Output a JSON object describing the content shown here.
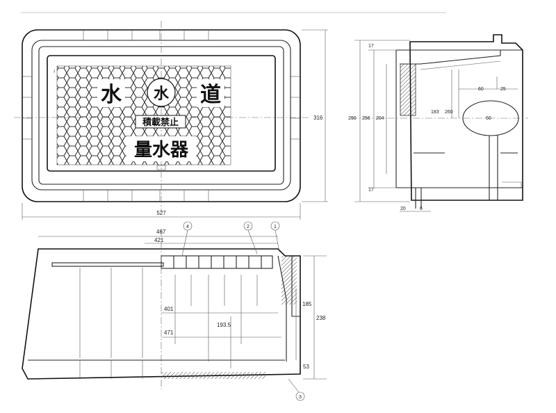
{
  "cover_text": {
    "top_left": "水",
    "top_mid": "水",
    "top_right": "道",
    "middle": "積載禁止",
    "bottom": "量水器"
  },
  "plan_dims": {
    "width": "527",
    "height": "316"
  },
  "side_dims": {
    "total": "290",
    "inner": "256",
    "mid": "204",
    "top": "17",
    "bottom": "17",
    "r60a": "60",
    "r25": "25",
    "d183": "183",
    "d260": "260",
    "r60b": "60",
    "b20": "20",
    "b6": "6"
  },
  "front_dims": {
    "w467": "467",
    "w421": "421",
    "w401": "401",
    "w471": "471",
    "h193": "193.5",
    "h185": "185",
    "h238": "238",
    "h53": "53"
  },
  "callouts": [
    "1",
    "2",
    "3",
    "4"
  ]
}
